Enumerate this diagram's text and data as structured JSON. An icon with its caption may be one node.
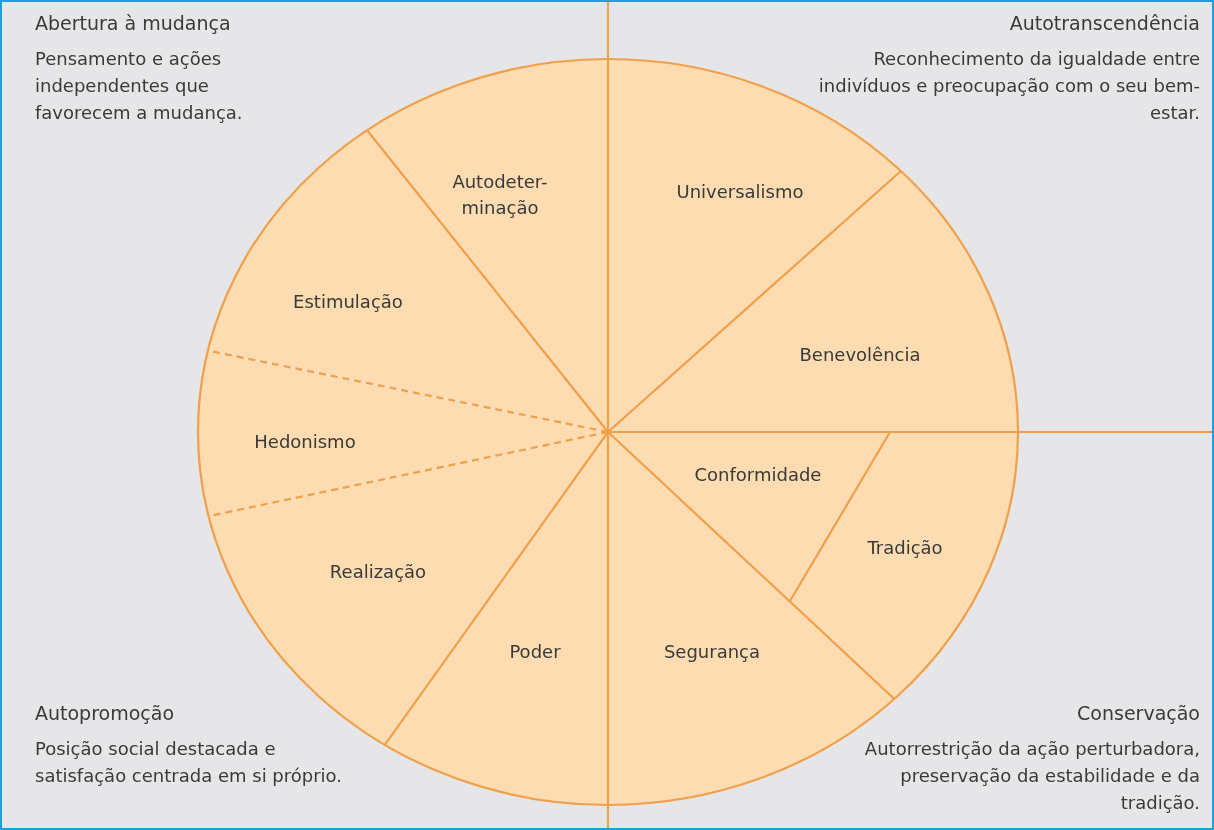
{
  "diagram": {
    "nodes": [
      {
        "text": [
          "Autodeter-minação"
        ]
      },
      {
        "text": [
          "Universalismo"
        ]
      },
      {
        "text": [
          "Estimulação"
        ]
      },
      {
        "text": [
          "Benevolência"
        ]
      },
      {
        "text": [
          "Hedonismo"
        ]
      },
      {
        "text": [
          "Conformidade"
        ]
      },
      {
        "text": [
          "Tradição"
        ]
      },
      {
        "text": [
          "Realização"
        ]
      },
      {
        "text": [
          "Poder"
        ]
      },
      {
        "text": [
          "Segurança"
        ]
      }
    ],
    "labels": [
      "Abertura à mudança",
      "Pensamento e ações independentes que favorecem a mudança.",
      "Autotranscendência",
      "Reconhecimento da igualdade entre indivíduos e preocupação com o seu bem-estar.",
      "Autopromoção",
      "Posição social destacada e satisfação centrada em si próprio.",
      "Conservação",
      "Autorrestrição da ação perturbadora, preservação da estabilidade e da tradição."
    ]
  }
}
